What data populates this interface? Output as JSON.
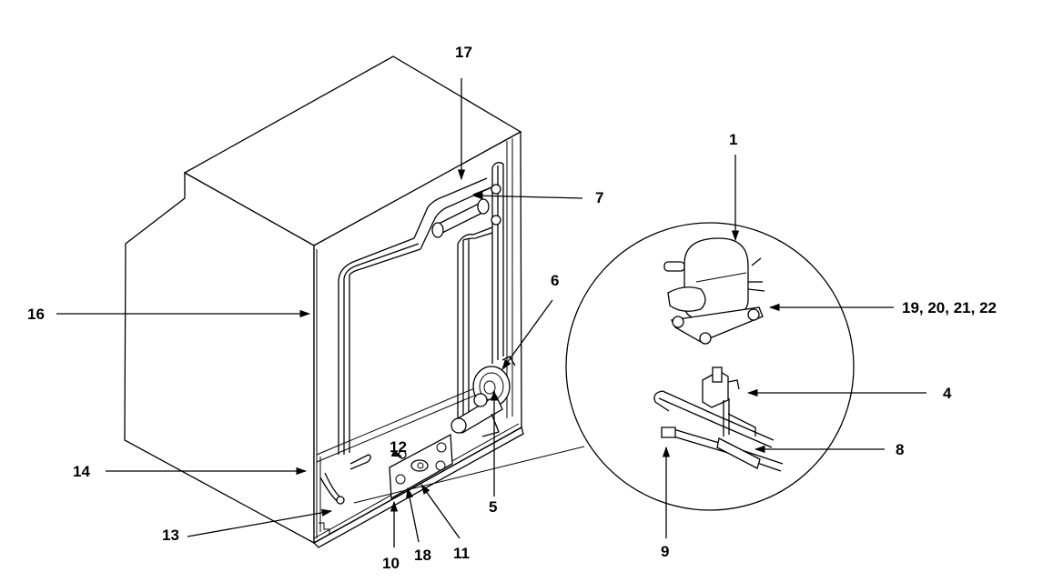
{
  "callouts": {
    "c1": "1",
    "c4": "4",
    "c5": "5",
    "c6": "6",
    "c7": "7",
    "c8": "8",
    "c9": "9",
    "c10": "10",
    "c11": "11",
    "c12": "12",
    "c13": "13",
    "c14": "14",
    "c16": "16",
    "c17": "17",
    "c18": "18",
    "c19_22": "19, 20, 21, 22"
  },
  "colors": {
    "ink": "#000000",
    "paper": "#ffffff"
  }
}
